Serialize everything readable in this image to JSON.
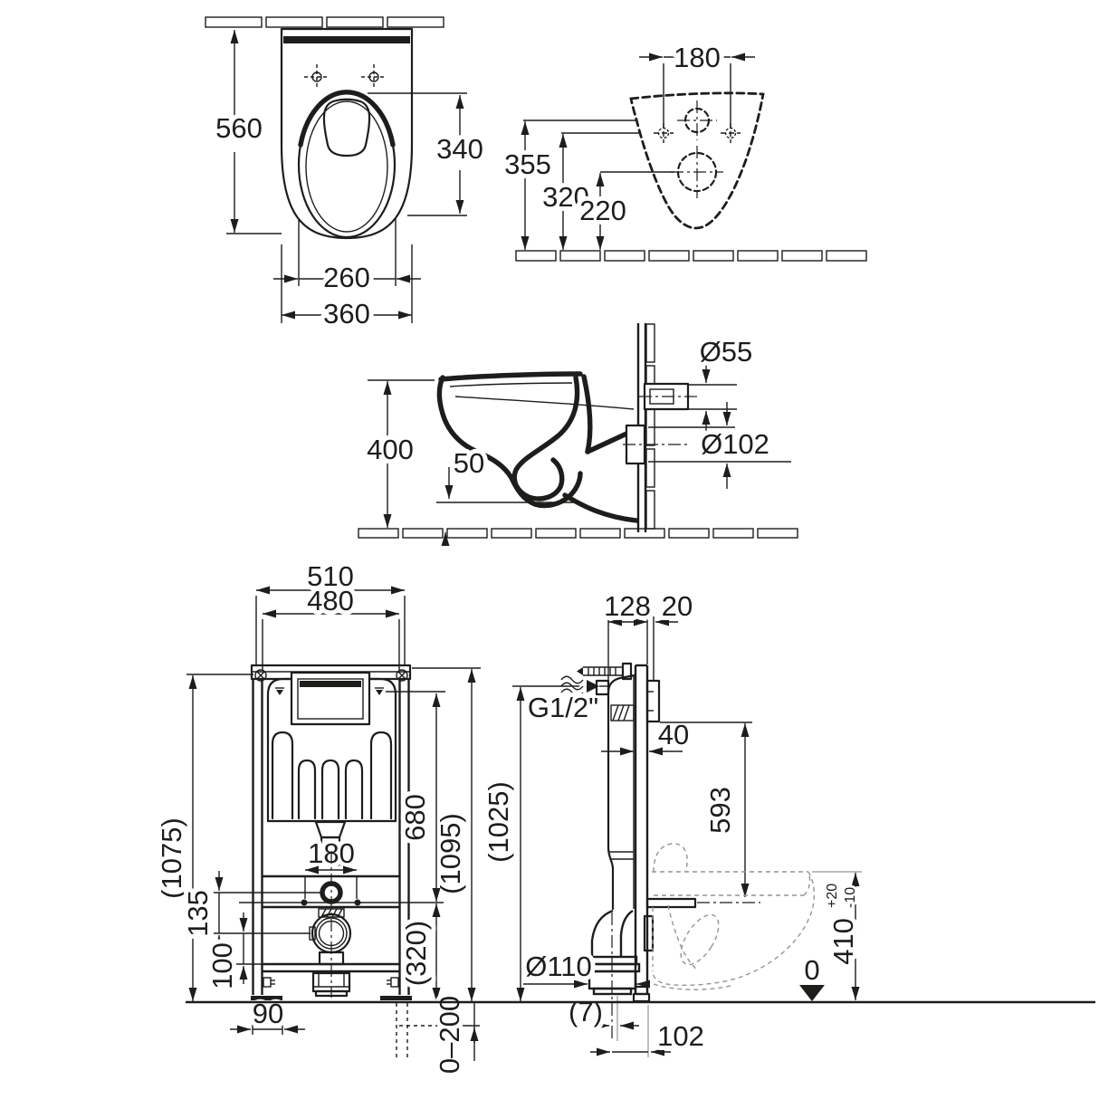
{
  "drawing": {
    "units": "mm",
    "line_color": "#1d1d1b",
    "ghost_color": "#949494",
    "background": "#ffffff",
    "views": {
      "wc_top": {
        "name": "wc-top-view",
        "depth": "560",
        "seat_depth": "340",
        "seat_width": "260",
        "width": "360"
      },
      "wc_back": {
        "name": "wc-rear-view",
        "hole_spacing": "180",
        "supply_height": "355",
        "fixing_height": "320",
        "outlet_height": "220"
      },
      "wc_side": {
        "name": "wc-side-section",
        "height": "400",
        "bowl_drop": "50",
        "inlet_dia": "Ø55",
        "outlet_dia": "Ø102"
      },
      "frame_front": {
        "name": "frame-front-view",
        "width_outer": "510",
        "width_fixing": "480",
        "height_frame": "(1075)",
        "height_total": "(1095)",
        "cistern_height": "680",
        "bolt_spacing": "180",
        "supply_offset": "135",
        "outlet_offset": "100",
        "outlet_height": "(320)",
        "foot_width": "90",
        "foot_adjust": "0–200"
      },
      "frame_side": {
        "name": "frame-side-view",
        "depth": "128",
        "plate_depth": "20",
        "supply_thread": "G1/2\"",
        "rail_depth": "40",
        "top_to_seat": "593",
        "height": "(1025)",
        "drain_dia": "Ø110",
        "drain_offset": "(7)",
        "drain_to_wall": "102",
        "seat_height": "410",
        "tol_plus": "+20",
        "tol_minus": "-10",
        "datum": "0"
      }
    }
  }
}
